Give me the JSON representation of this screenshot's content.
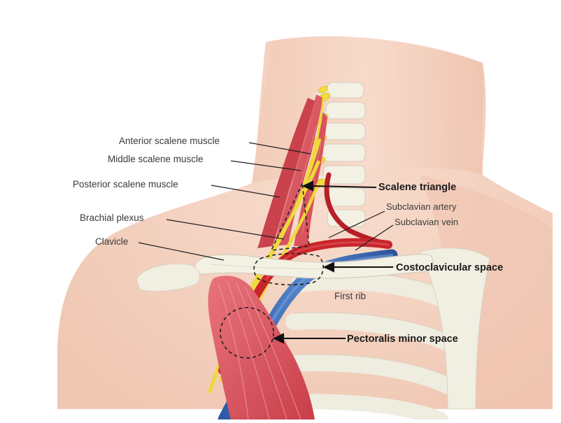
{
  "labels": {
    "anterior_scalene": "Anterior scalene muscle",
    "middle_scalene": "Middle scalene muscle",
    "posterior_scalene": "Posterior scalene muscle",
    "brachial_plexus": "Brachial plexus",
    "clavicle": "Clavicle",
    "scalene_triangle": "Scalene triangle",
    "subclavian_artery": "Subclavian artery",
    "subclavian_vein": "Subclavian vein",
    "costoclavicular_space": "Costoclavicular space",
    "first_rib": "First rib",
    "pectoralis_minor_space": "Pectoralis minor space"
  },
  "colors": {
    "skin": "#f5d2c0",
    "skin_shadow": "#ecbfa9",
    "bone": "#f2efe2",
    "muscle": "#d9515b",
    "artery": "#c8262b",
    "vein": "#3d6db8",
    "nerve": "#f0d93a",
    "leader": "#1e1e1e"
  }
}
